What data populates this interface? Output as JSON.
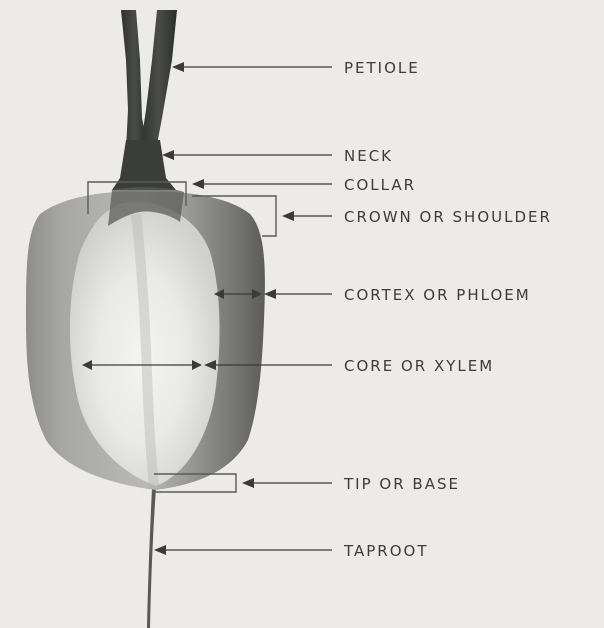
{
  "labels": {
    "petiole": "PETIOLE",
    "neck": "NECK",
    "collar": "COLLAR",
    "crown": "CROWN OR SHOULDER",
    "cortex": "CORTEX OR PHLOEM",
    "core": "CORE OR XYLEM",
    "tip": "TIP OR BASE",
    "taproot": "TAPROOT"
  },
  "colors": {
    "background": "#ecebe8",
    "petiole": "#3b3d3a",
    "cortex": "#6f6f6b",
    "core": "#f1f1ef",
    "ink": "#3a3a3a"
  }
}
